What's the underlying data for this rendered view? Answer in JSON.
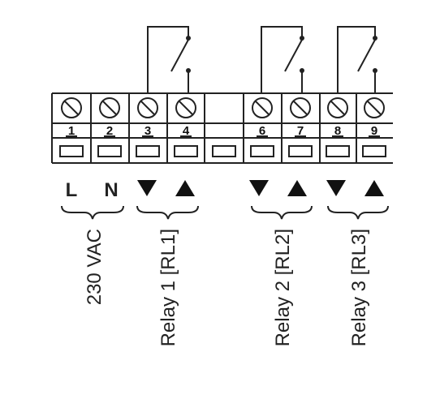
{
  "terminals": [
    {
      "number": "1"
    },
    {
      "number": "2"
    },
    {
      "number": "3"
    },
    {
      "number": "4"
    },
    {
      "number": ""
    },
    {
      "number": "6"
    },
    {
      "number": "7"
    },
    {
      "number": "8"
    },
    {
      "number": "9"
    }
  ],
  "pin_labels": {
    "live": "L",
    "neutral": "N"
  },
  "groups": [
    {
      "label": "230 VAC"
    },
    {
      "label": "Relay 1 [RL1]"
    },
    {
      "label": "Relay 2 [RL2]"
    },
    {
      "label": "Relay 3 [RL3]"
    }
  ],
  "colors": {
    "line": "#222222",
    "fill": "#ffffff"
  }
}
